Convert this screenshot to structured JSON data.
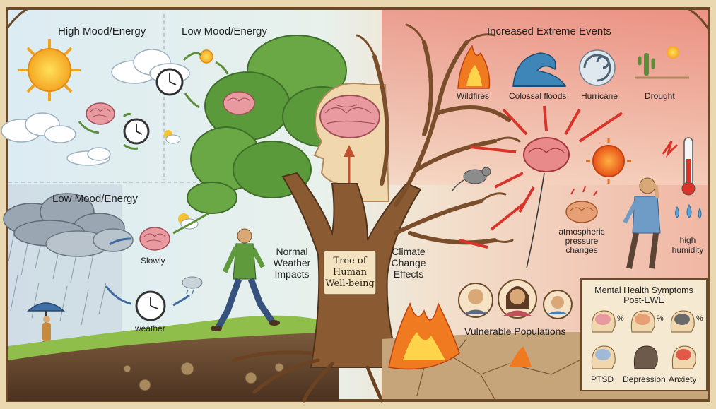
{
  "labels": {
    "high_mood_top": "High Mood/Energy",
    "low_mood_top": "Low Mood/Energy",
    "low_mood_left": "Low Mood/Energy",
    "slowly": "Slowly",
    "weather": "weather",
    "normal_weather_impacts": "Normal\nWeather\nImpacts",
    "tree_of_wellbeing": "Tree of\nHuman\nWell-being",
    "climate_change_effects": "Climate\nChange\nEffects",
    "increased_extreme_events": "Increased Extreme Events",
    "wildfires": "Wildfires",
    "colossal_floods": "Colossal floods",
    "hurricane": "Hurricane",
    "drought": "Drought",
    "atmospheric_pressure": "atmospheric\npressure\nchanges",
    "high_humidity": "high\nhumidity",
    "vulnerable_populations": "Vulnerable Populations",
    "mh_title": "Mental Health Symptoms\nPost-EWE",
    "ptsd": "PTSD",
    "depression": "Depression",
    "anxiety": "Anxiety",
    "percent": "%"
  },
  "colors": {
    "sky_left": "#d8ecf6",
    "sky_right": "#f3c9b8",
    "tree_green": "#5b9a3a",
    "trunk": "#8a5a32",
    "fire": "#f07a1f",
    "arrow_red": "#d8342a",
    "arrow_green": "#5e8e3a",
    "frame": "#6b4a2a"
  }
}
